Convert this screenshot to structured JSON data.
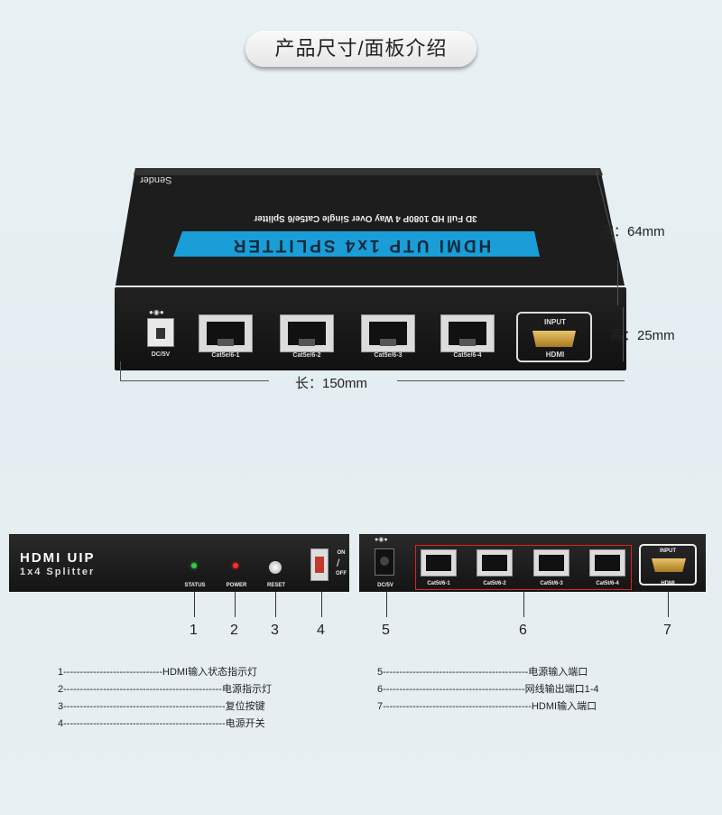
{
  "title": "产品尺寸/面板介绍",
  "device": {
    "brand_label": "Sender",
    "subtitle": "3D Full HD 1080P 4 Way Over Single Cat5e/6 Splitter",
    "name": "HDMI UTP 1x4 SPLITTER",
    "dc_label": "DC/5V",
    "ports": [
      "Cat5e/6-1",
      "Cat5e/6-2",
      "Cat5e/6-3",
      "Cat5e/6-4"
    ],
    "hdmi_input_label": "INPUT",
    "hdmi_label": "HDMI"
  },
  "dimensions": {
    "width": "宽：64mm",
    "height": "高：25mm",
    "length": "长：150mm"
  },
  "front_panel": {
    "title": "HDMI UIP",
    "subtitle": "1x4 Splitter",
    "status": "STATUS",
    "power": "POWER",
    "reset": "RESET",
    "on": "ON",
    "off": "OFF",
    "colors": {
      "status_led": "#2ecc40",
      "power_led": "#ff2a2a"
    }
  },
  "back_panel": {
    "dc_label": "DC/5V",
    "ports": [
      "Cat5t/6-1",
      "Cat5t/6-2",
      "Cat5t/6-3",
      "Cat5t/6-4"
    ],
    "input_label": "INPUT",
    "hdmi_label": "HDMI",
    "highlight_color": "#e02020"
  },
  "callouts": [
    "1",
    "2",
    "3",
    "4",
    "5",
    "6",
    "7"
  ],
  "legend_left": [
    "1------------------------------HDMI输入状态指示灯",
    "2------------------------------------------------电源指示灯",
    "3-------------------------------------------------复位按键",
    "4-------------------------------------------------电源开关"
  ],
  "legend_right": [
    "5--------------------------------------------电源输入端口",
    "6-------------------------------------------网线输出端口1-4",
    "7---------------------------------------------HDMI输入端口"
  ]
}
